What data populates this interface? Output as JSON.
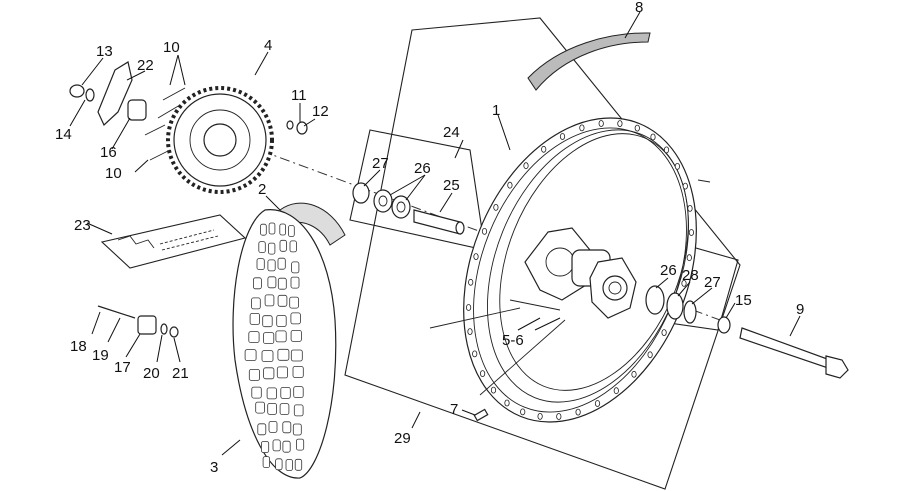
{
  "diagram": {
    "kind": "exploded parts diagram - rear wheel assembly",
    "background": "#ffffff",
    "line_color": "#222222",
    "callouts": {
      "c1": "1",
      "c2": "2",
      "c3": "3",
      "c4": "4",
      "c56": "5-6",
      "c7": "7",
      "c8": "8",
      "c9": "9",
      "c10a": "10",
      "c10b": "10",
      "c11": "11",
      "c12": "12",
      "c13": "13",
      "c14": "14",
      "c15": "15",
      "c16": "16",
      "c17": "17",
      "c18": "18",
      "c19": "19",
      "c20": "20",
      "c21": "21",
      "c22": "22",
      "c23": "23",
      "c24": "24",
      "c25": "25",
      "c26a": "26",
      "c26b": "26",
      "c27a": "27",
      "c27b": "27",
      "c28": "28",
      "c29": "29"
    },
    "parts": [
      {
        "id": "1",
        "icon": "wheel-rim-icon"
      },
      {
        "id": "2",
        "icon": "inner-tube-icon"
      },
      {
        "id": "3",
        "icon": "tyre-icon"
      },
      {
        "id": "4",
        "icon": "sprocket-icon"
      },
      {
        "id": "8",
        "icon": "rim-tape-icon"
      },
      {
        "id": "9",
        "icon": "axle-bolt-icon"
      },
      {
        "id": "23",
        "icon": "chain-icon"
      },
      {
        "id": "24",
        "icon": "bearing-kit-icon"
      }
    ]
  }
}
